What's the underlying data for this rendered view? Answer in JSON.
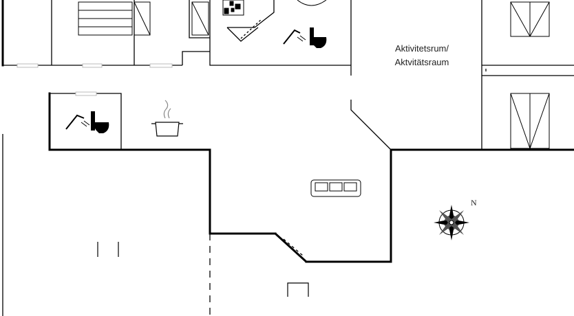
{
  "floorplan": {
    "room_label_line1": "Aktivitetsrum/",
    "room_label_line2": "Aktvitätsraum",
    "compass_letter": "N"
  },
  "icons": [
    "bed-icon",
    "shower-icon",
    "toilet-icon",
    "stove-pot-icon",
    "sofa-icon",
    "sauna-icon",
    "compass-icon"
  ],
  "colors": {
    "wall": "#000000",
    "thin-line": "#333333",
    "background": "#ffffff"
  }
}
